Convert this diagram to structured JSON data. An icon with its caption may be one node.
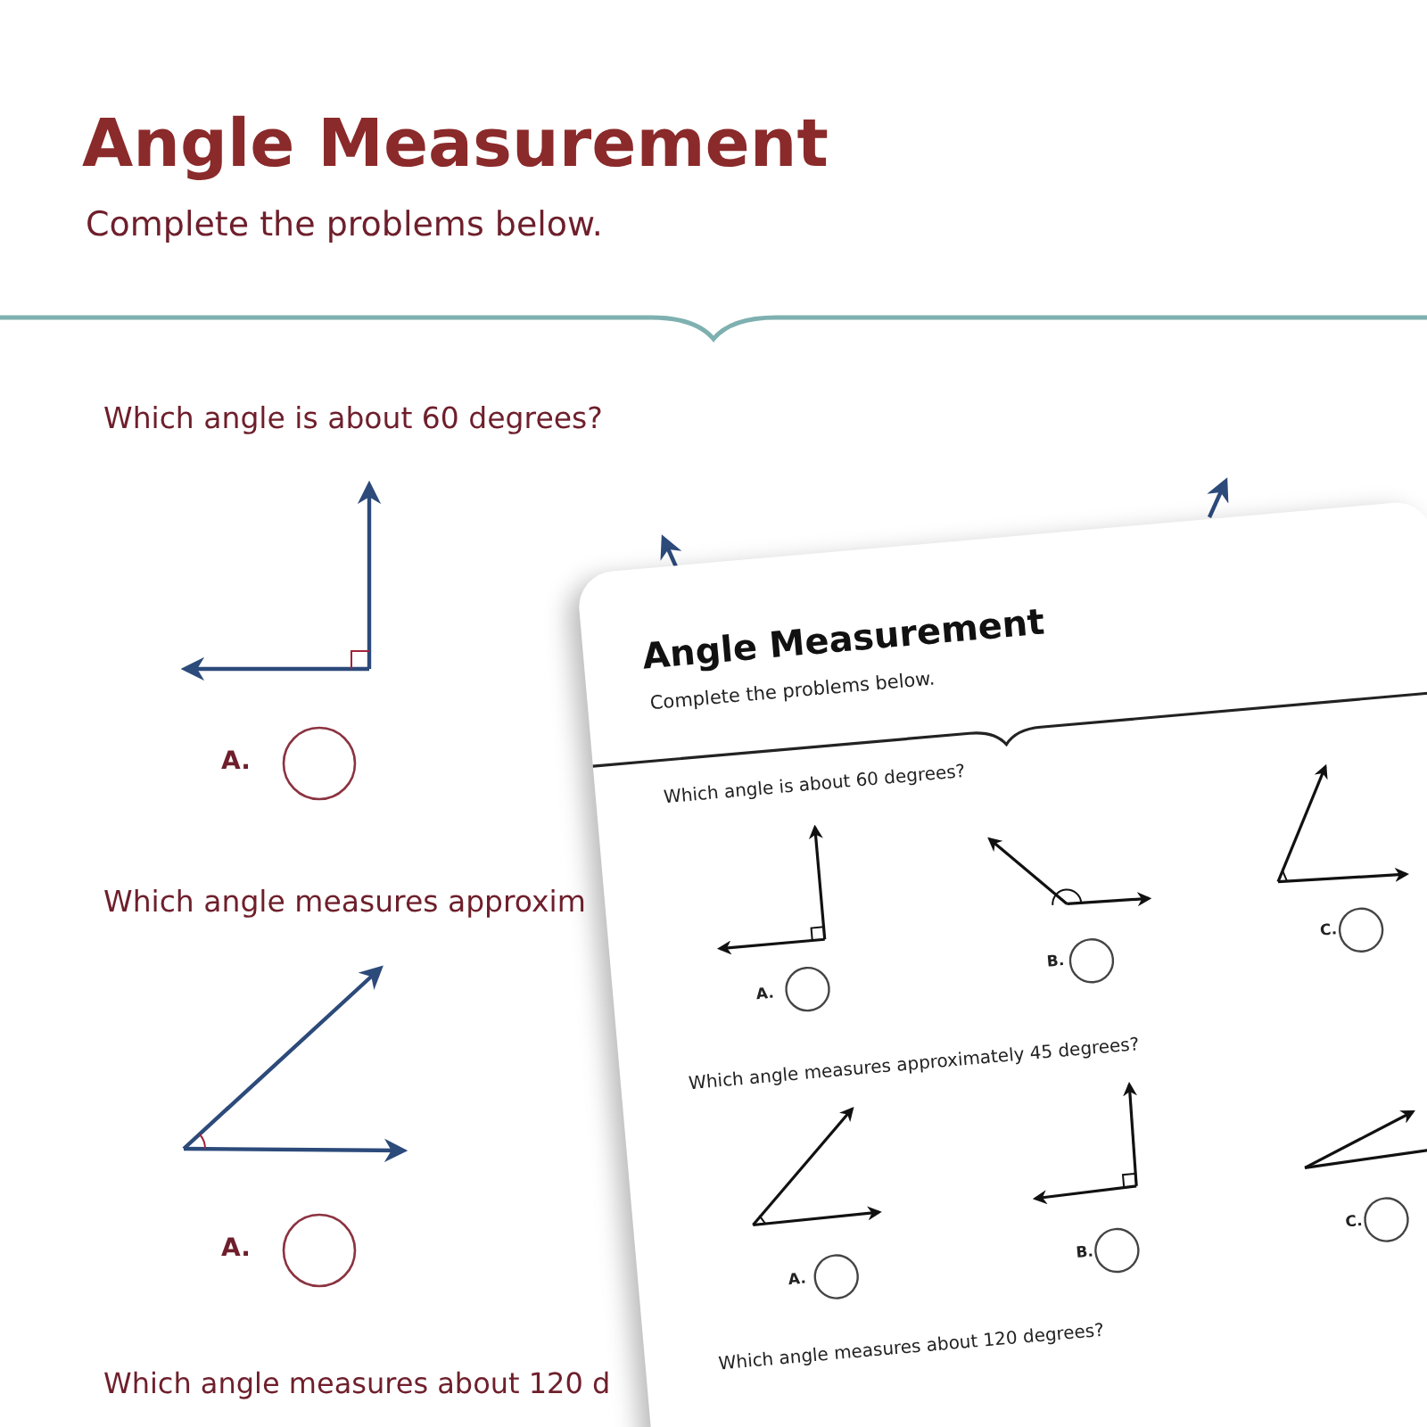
{
  "diagram": {
    "title": "Angle Measurement",
    "labels": [
      "Complete the problems below.",
      "Which angle is about 60 degrees?",
      "A.",
      "Which angle measures approxim",
      "A.",
      "Which angle measures about 120 d",
      "Angle Measurement",
      "Complete the problems below.",
      "Which angle is about 60 degrees?",
      "A.",
      "B.",
      "C.",
      "Which angle measures approximately 45 degrees?",
      "A.",
      "B.",
      "C.",
      "Which angle measures about 120 degrees?"
    ]
  }
}
